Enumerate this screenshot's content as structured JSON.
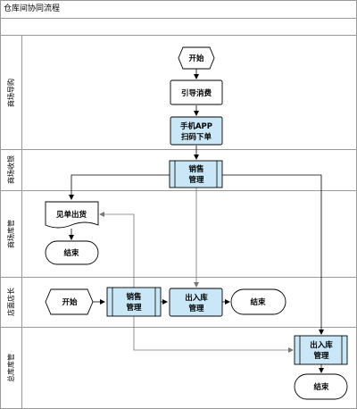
{
  "title": "仓库间协同流程",
  "lanes": [
    {
      "label": "商场导购"
    },
    {
      "label": "商场收银"
    },
    {
      "label": "商场库管"
    },
    {
      "label": "店面店长"
    },
    {
      "label": "总库库管"
    }
  ],
  "nodes": {
    "start_top": {
      "label": "开始"
    },
    "guide_consume": {
      "label": "引导消费"
    },
    "scan_order": {
      "line1": "手机APP",
      "line2": "扫码下单"
    },
    "sales_mgmt_cashier": {
      "line1": "销售",
      "line2": "管理"
    },
    "ship_by_order": {
      "label": "见单出货"
    },
    "end_warehouse": {
      "label": "结束"
    },
    "start_store": {
      "label": "开始"
    },
    "sales_mgmt_store": {
      "line1": "销售",
      "line2": "管理"
    },
    "inout_store": {
      "line1": "出入库",
      "line2": "管理"
    },
    "end_store": {
      "label": "结束"
    },
    "inout_main": {
      "line1": "出入库",
      "line2": "管理"
    },
    "end_main": {
      "label": "结束"
    }
  },
  "colors": {
    "process_fill": "#c9e7f7",
    "border": "#000000",
    "grid_line": "#999999"
  }
}
